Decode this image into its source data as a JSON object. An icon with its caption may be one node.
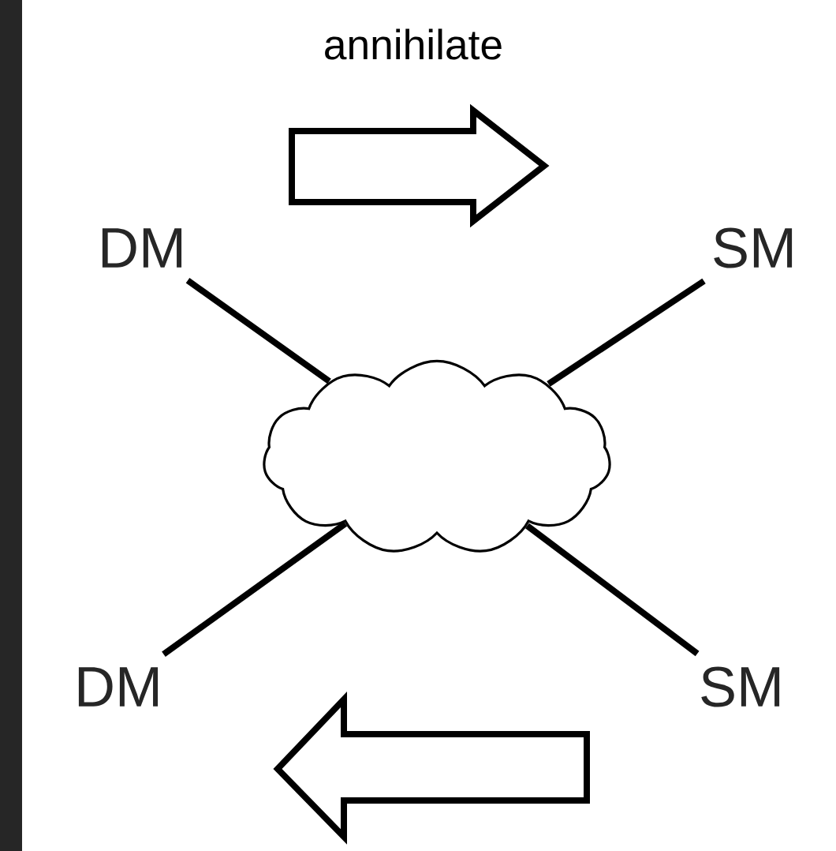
{
  "diagram": {
    "nodes": [
      {
        "text": [
          "DM"
        ]
      },
      {
        "text": [
          "SM"
        ]
      },
      {
        "text": [],
        "shape": "cloud"
      },
      {
        "text": [
          "DM"
        ]
      },
      {
        "text": [
          "SM"
        ]
      }
    ],
    "edges": [
      {
        "from": 0,
        "to": 2,
        "arrow": "none"
      },
      {
        "from": 1,
        "to": 2,
        "arrow": "none"
      },
      {
        "from": 2,
        "to": 3,
        "arrow": "none"
      },
      {
        "from": 2,
        "to": 4,
        "arrow": "none"
      }
    ],
    "labels": [
      "annihilate"
    ]
  }
}
